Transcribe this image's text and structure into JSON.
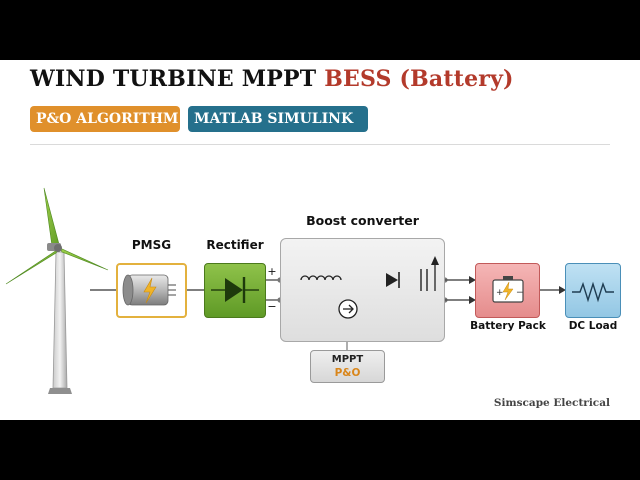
{
  "title": {
    "main": "WIND TURBINE MPPT",
    "accent": "BESS (Battery)"
  },
  "tags": [
    {
      "label": "P&O ALGORITHM",
      "color": "#e0902b"
    },
    {
      "label": "MATLAB SIMULINK",
      "color": "#25708c"
    }
  ],
  "blocks": {
    "pmsg": {
      "label": "PMSG",
      "icon": "generator-icon"
    },
    "rectifier": {
      "label": "Rectifier",
      "icon": "diode-icon"
    },
    "boost": {
      "label": "Boost converter",
      "icon": "boost-circuit-icon"
    },
    "mppt": {
      "line1": "MPPT",
      "line2": "P&O"
    },
    "battery": {
      "label": "Battery Pack",
      "icon": "battery-icon"
    },
    "load": {
      "label": "DC Load",
      "icon": "resistor-icon"
    }
  },
  "terminals": {
    "plus": "+",
    "minus": "−"
  },
  "footer": "Simscape Electrical",
  "colors": {
    "accent": "#b33a2b",
    "orange": "#e0902b",
    "teal": "#25708c",
    "green": "#6aa52f",
    "battery": "#e99a9a",
    "load": "#a8d3ea"
  }
}
